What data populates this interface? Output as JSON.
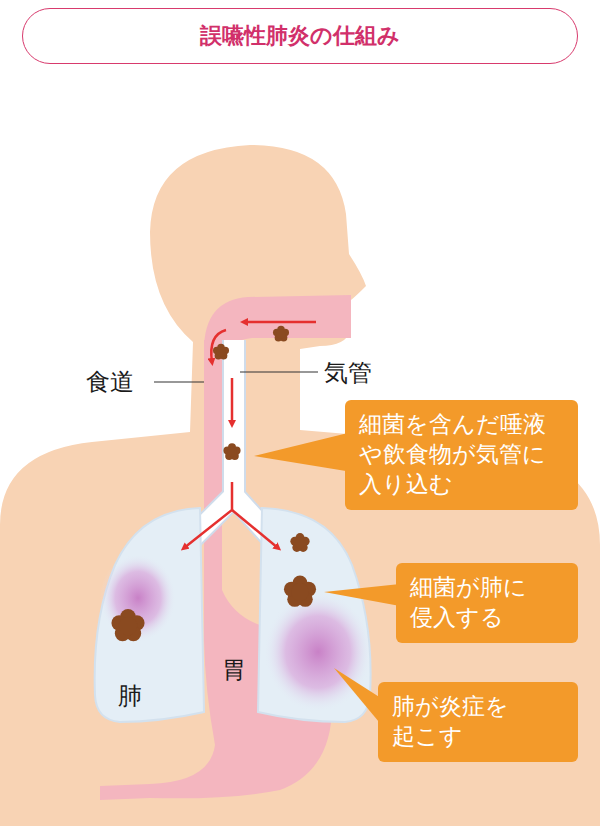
{
  "diagram": {
    "title": "誤嚥性肺炎の仕組み",
    "nodes": [
      {
        "text": [
          "細菌を含んだ唾液や飲食物が気管に入り込む"
        ]
      },
      {
        "text": [
          "細菌が肺に侵入する"
        ]
      },
      {
        "text": [
          "肺が炎症を起こす"
        ]
      }
    ],
    "edges": [],
    "labels": [
      "食道",
      "気管",
      "肺",
      "胃"
    ]
  }
}
